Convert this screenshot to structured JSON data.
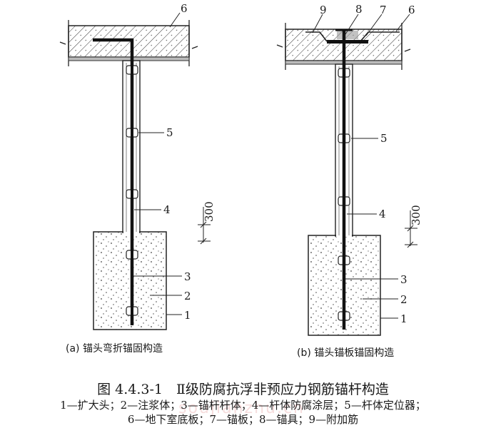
{
  "figure_a": {
    "caption": "(a) 锚头弯折锚固构造",
    "labels": [
      "6",
      "5",
      "4",
      "3",
      "2",
      "1"
    ],
    "dimension": "300"
  },
  "figure_b": {
    "caption": "(b) 锚头锚板锚固构造",
    "labels": [
      "9",
      "8",
      "7",
      "6",
      "5",
      "4",
      "3",
      "2",
      "1"
    ],
    "dimension": "300"
  },
  "title": "图 4.4.3-1　Ⅱ级防腐抗浮非预应力钢筋锚杆构造",
  "legend_line1": "1—扩大头；2—注浆体；3—锚杆杆体；4—杆体防腐涂层；5—杆体定位器；",
  "legend_line2": "6—地下室底板；7—锚板；8—锚具；9—附加筋",
  "watermark": "soujianzhu.cn"
}
